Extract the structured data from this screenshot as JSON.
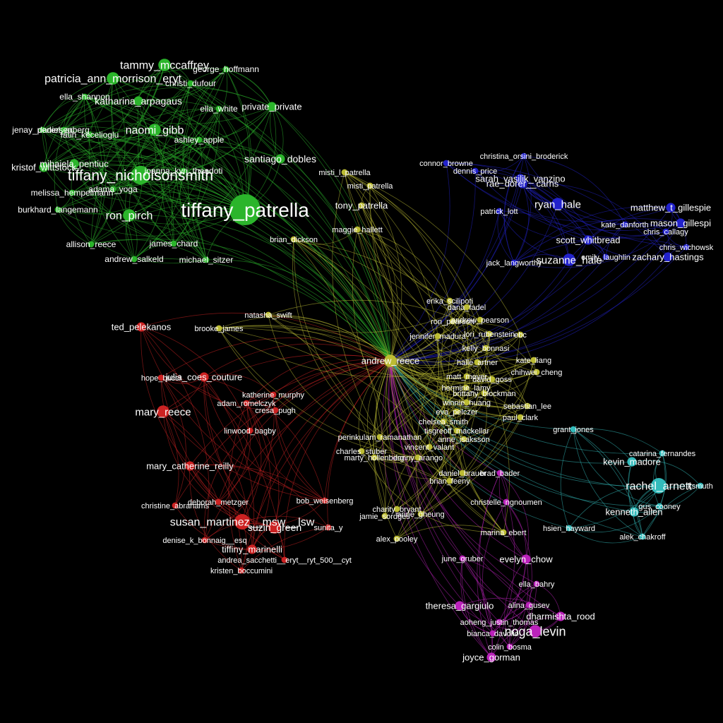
{
  "graph": {
    "background": "#000000",
    "label_color": "#ffffff",
    "hub": "andrew_reece",
    "communities": {
      "green": "#2bb52b",
      "blue": "#2222cc",
      "yellow": "#bcbc33",
      "red": "#cc2222",
      "cyan": "#33bbbb",
      "magenta": "#bb22bb"
    },
    "nodes": [
      {
        "id": "tiffany_patrella",
        "label": "tiffany_patrella",
        "community": "green",
        "degree": 10
      },
      {
        "id": "tiffany_nicholsonsmith",
        "label": "tiffany_nicholsonsmith",
        "community": "green",
        "degree": 6
      },
      {
        "id": "tammy_mccaffrey",
        "label": "tammy_mccaffrey",
        "community": "green",
        "degree": 4
      },
      {
        "id": "patricia_ann_morrison_eryt",
        "label": "patricia_ann_morrison_eryt",
        "community": "green",
        "degree": 4
      },
      {
        "id": "george_hoffmann",
        "label": "george_hoffmann",
        "community": "green",
        "degree": 2
      },
      {
        "id": "christi_dufour",
        "label": "christi_dufour",
        "community": "green",
        "degree": 2
      },
      {
        "id": "ella_shannon",
        "label": "ella_shannon",
        "community": "green",
        "degree": 2
      },
      {
        "id": "katharina_arpagaus",
        "label": "katharina_arpagaus",
        "community": "green",
        "degree": 3
      },
      {
        "id": "ella_white",
        "label": "ella_white",
        "community": "green",
        "degree": 2
      },
      {
        "id": "private_private",
        "label": "private_private",
        "community": "green",
        "degree": 3
      },
      {
        "id": "jenay_pedersen",
        "label": "jenay_pedersen",
        "community": "green",
        "degree": 2
      },
      {
        "id": "daniel_arberg",
        "label": "daniel_arberg",
        "community": "green",
        "degree": 2
      },
      {
        "id": "fatih_kecelioglu",
        "label": "fatih_kecelioglu",
        "community": "green",
        "degree": 2
      },
      {
        "id": "naomi_gibb",
        "label": "naomi_gibb",
        "community": "green",
        "degree": 4
      },
      {
        "id": "ashley_apple",
        "label": "ashley_apple",
        "community": "green",
        "degree": 2
      },
      {
        "id": "santiago_dobles",
        "label": "santiago_dobles",
        "community": "green",
        "degree": 3
      },
      {
        "id": "kristof_wittstock",
        "label": "kristof_wittstock",
        "community": "green",
        "degree": 3
      },
      {
        "id": "mihaiela_pentiuc",
        "label": "mihaiela_pentiuc",
        "community": "green",
        "degree": 3
      },
      {
        "id": "joanna_kyri_theodoti",
        "label": "joanna_kyri_theodoti",
        "community": "green",
        "degree": 2
      },
      {
        "id": "adama_yoga",
        "label": "adama_yoga",
        "community": "green",
        "degree": 2
      },
      {
        "id": "melissa_hempelmann",
        "label": "melissa_hempelmann",
        "community": "green",
        "degree": 2
      },
      {
        "id": "burkhard_langemann",
        "label": "burkhard_langemann",
        "community": "green",
        "degree": 2
      },
      {
        "id": "ron_pirch",
        "label": "ron_pirch",
        "community": "green",
        "degree": 4
      },
      {
        "id": "allison_reece",
        "label": "allison_reece",
        "community": "green",
        "degree": 2
      },
      {
        "id": "james_chard",
        "label": "james_chard",
        "community": "green",
        "degree": 2
      },
      {
        "id": "andrew_salkeld",
        "label": "andrew_salkeld",
        "community": "green",
        "degree": 2
      },
      {
        "id": "michael_sitzer",
        "label": "michael_sitzer",
        "community": "green",
        "degree": 2
      },
      {
        "id": "misti_l_patrella",
        "label": "misti_l_patrella",
        "community": "yellow",
        "degree": 2
      },
      {
        "id": "misti_patrella",
        "label": "misti_patrella",
        "community": "yellow",
        "degree": 2
      },
      {
        "id": "tony_patrella",
        "label": "tony_patrella",
        "community": "yellow",
        "degree": 2
      },
      {
        "id": "maggie_hallett",
        "label": "maggie_hallett",
        "community": "yellow",
        "degree": 2
      },
      {
        "id": "brian_dickson",
        "label": "brian_dickson",
        "community": "yellow",
        "degree": 2
      },
      {
        "id": "natasha_swift",
        "label": "natasha_swift",
        "community": "yellow",
        "degree": 2
      },
      {
        "id": "brooke_james",
        "label": "brooke_james",
        "community": "yellow",
        "degree": 2
      },
      {
        "id": "andrew_reece",
        "label": "andrew_reece",
        "community": "yellow",
        "degree": 4
      },
      {
        "id": "connor_browne",
        "label": "connor_browne",
        "community": "blue",
        "degree": 2
      },
      {
        "id": "christina_orsini_broderick",
        "label": "christina_orsini_broderick",
        "community": "blue",
        "degree": 2
      },
      {
        "id": "dennis_price",
        "label": "dennis_price",
        "community": "blue",
        "degree": 2
      },
      {
        "id": "sarah_vasilik_vanzino",
        "label": "sarah_vasilik_vanzino",
        "community": "blue",
        "degree": 3
      },
      {
        "id": "rae_dorer_carns",
        "label": "rae_dorer__carns",
        "community": "blue",
        "degree": 3
      },
      {
        "id": "ryan_hale",
        "label": "ryan_hale",
        "community": "blue",
        "degree": 4
      },
      {
        "id": "patrick_lott",
        "label": "patrick_lott",
        "community": "blue",
        "degree": 2
      },
      {
        "id": "matthew_t_gillespie",
        "label": "matthew_t_gillespie",
        "community": "blue",
        "degree": 3
      },
      {
        "id": "kate_danforth",
        "label": "kate_danforth",
        "community": "blue",
        "degree": 2
      },
      {
        "id": "mason_gillespie",
        "label": "mason_gillespi",
        "community": "blue",
        "degree": 3
      },
      {
        "id": "chris_callagy",
        "label": "chris_callagy",
        "community": "blue",
        "degree": 2
      },
      {
        "id": "scott_whitbread",
        "label": "scott_whitbread",
        "community": "blue",
        "degree": 3
      },
      {
        "id": "chris_wichowski",
        "label": "chris_wichowsk",
        "community": "blue",
        "degree": 2
      },
      {
        "id": "jack_langworthy",
        "label": "jack_langworthy",
        "community": "blue",
        "degree": 2
      },
      {
        "id": "suzanne_hale",
        "label": "suzanne_hale",
        "community": "blue",
        "degree": 4
      },
      {
        "id": "emily_laughlin",
        "label": "emily_laughlin",
        "community": "blue",
        "degree": 2
      },
      {
        "id": "zachary_hastings",
        "label": "zachary_hastings",
        "community": "blue",
        "degree": 3
      },
      {
        "id": "erika_scilipoti",
        "label": "erika_scilipoti",
        "community": "yellow",
        "degree": 2
      },
      {
        "id": "dana_fadel",
        "label": "dana_fadel",
        "community": "yellow",
        "degree": 2
      },
      {
        "id": "ron_pearson",
        "label": "ron_pearson",
        "community": "yellow",
        "degree": 2
      },
      {
        "id": "andrew_pearson",
        "label": "andrew_pearson",
        "community": "yellow",
        "degree": 2
      },
      {
        "id": "jennifer_maduto",
        "label": "jennifer_madura",
        "community": "yellow",
        "degree": 2
      },
      {
        "id": "lori_rubenstein",
        "label": "lori_rubenstein",
        "community": "yellow",
        "degree": 2
      },
      {
        "id": "ebc",
        "label": "ebc",
        "community": "yellow",
        "degree": 2
      },
      {
        "id": "kelly_bonnasi",
        "label": "kelly_bonnasi",
        "community": "yellow",
        "degree": 2
      },
      {
        "id": "kate_liang",
        "label": "kate_liang",
        "community": "yellow",
        "degree": 2
      },
      {
        "id": "halle_artner",
        "label": "halle_artner",
        "community": "yellow",
        "degree": 2
      },
      {
        "id": "chihwei_cheng",
        "label": "chihwei_cheng",
        "community": "yellow",
        "degree": 2
      },
      {
        "id": "matt_meyer",
        "label": "matt_meyer",
        "community": "yellow",
        "degree": 2
      },
      {
        "id": "david_goss",
        "label": "david_goss",
        "community": "yellow",
        "degree": 2
      },
      {
        "id": "hermine_lamy",
        "label": "hermine_lamy",
        "community": "yellow",
        "degree": 2
      },
      {
        "id": "brittany_blockman",
        "label": "brittany_blockman",
        "community": "yellow",
        "degree": 2
      },
      {
        "id": "winnie_huang",
        "label": "winnie_huang",
        "community": "yellow",
        "degree": 2
      },
      {
        "id": "sebastian_lee",
        "label": "sebastian_lee",
        "community": "yellow",
        "degree": 2
      },
      {
        "id": "eva_pelczer",
        "label": "eva_pelczer",
        "community": "yellow",
        "degree": 2
      },
      {
        "id": "paul_clark",
        "label": "paul_clark",
        "community": "yellow",
        "degree": 2
      },
      {
        "id": "chelsea_smith",
        "label": "chelsea_smith",
        "community": "yellow",
        "degree": 2
      },
      {
        "id": "tisgreoff_mackellar",
        "label": "tisgreoff_mackellar",
        "community": "yellow",
        "degree": 2
      },
      {
        "id": "perinkulam",
        "label": "perinkulam_ramanathan",
        "community": "yellow",
        "degree": 2
      },
      {
        "id": "anne_isaksson",
        "label": "anne_isaksson",
        "community": "yellow",
        "degree": 2
      },
      {
        "id": "vincent_valant",
        "label": "vincent_valant",
        "community": "yellow",
        "degree": 2
      },
      {
        "id": "charles_stuber",
        "label": "charles_stuber",
        "community": "yellow",
        "degree": 2
      },
      {
        "id": "danny_arango",
        "label": "danny_arango",
        "community": "yellow",
        "degree": 2
      },
      {
        "id": "marty_hollenberg",
        "label": "marty_hollenberg",
        "community": "yellow",
        "degree": 2
      },
      {
        "id": "daniel_brauer",
        "label": "daniel_brauer",
        "community": "yellow",
        "degree": 2
      },
      {
        "id": "brian_feeny",
        "label": "brian_feeny",
        "community": "yellow",
        "degree": 2
      },
      {
        "id": "charity_bryant",
        "label": "charity_bryant",
        "community": "yellow",
        "degree": 2
      },
      {
        "id": "jamie_sordges",
        "label": "jamie_sordges",
        "community": "yellow",
        "degree": 2
      },
      {
        "id": "anne_gheung",
        "label": "anne_gheung",
        "community": "yellow",
        "degree": 2
      },
      {
        "id": "alex_pooley",
        "label": "alex_pooley",
        "community": "yellow",
        "degree": 2
      },
      {
        "id": "marina_ebert",
        "label": "marina_ebert",
        "community": "yellow",
        "degree": 2
      },
      {
        "id": "ted_pelekanos",
        "label": "ted_pelekanos",
        "community": "red",
        "degree": 3
      },
      {
        "id": "julia_coes_couture",
        "label": "julia_coes_couture",
        "community": "red",
        "degree": 3
      },
      {
        "id": "hope_bucci",
        "label": "hope_bucci",
        "community": "red",
        "degree": 2
      },
      {
        "id": "katherine_murphy",
        "label": "katherine_murphy",
        "community": "red",
        "degree": 2
      },
      {
        "id": "adam_romelczyk",
        "label": "adam_romelczyk",
        "community": "red",
        "degree": 2
      },
      {
        "id": "cresa_pugh",
        "label": "cresa_pugh",
        "community": "red",
        "degree": 2
      },
      {
        "id": "mary_reece",
        "label": "mary_reece",
        "community": "red",
        "degree": 4
      },
      {
        "id": "linwood_bagby",
        "label": "linwood_bagby",
        "community": "red",
        "degree": 2
      },
      {
        "id": "mary_catherine_reilly",
        "label": "mary_catherine_reilly",
        "community": "red",
        "degree": 3
      },
      {
        "id": "bob_weisenberg",
        "label": "bob_weisenberg",
        "community": "red",
        "degree": 2
      },
      {
        "id": "deborah_metzger",
        "label": "deborah_metzger",
        "community": "red",
        "degree": 2
      },
      {
        "id": "christine_abrahams",
        "label": "christine_abrahams",
        "community": "red",
        "degree": 2
      },
      {
        "id": "susan_martinez",
        "label": "susan_martinez__msw__lsw",
        "community": "red",
        "degree": 5
      },
      {
        "id": "suzin_green",
        "label": "suzin_green",
        "community": "red",
        "degree": 4
      },
      {
        "id": "sunita_y",
        "label": "sunita_y",
        "community": "red",
        "degree": 2
      },
      {
        "id": "denise_k_bonnaig",
        "label": "denise_k_bonnaig__esq",
        "community": "red",
        "degree": 2
      },
      {
        "id": "tiffiny_marinelli",
        "label": "tiffiny_marinelli",
        "community": "red",
        "degree": 3
      },
      {
        "id": "andrea_sacchetti",
        "label": "andrea_sacchetti__eryt__ryt_500__cyt",
        "community": "red",
        "degree": 2
      },
      {
        "id": "kristen_boccumini",
        "label": "kristen_boccumini",
        "community": "red",
        "degree": 2
      },
      {
        "id": "grant_jones",
        "label": "grant_jones",
        "community": "cyan",
        "degree": 2
      },
      {
        "id": "catarina_fernandes",
        "label": "catarina_fernandes",
        "community": "cyan",
        "degree": 2
      },
      {
        "id": "kevin_madore",
        "label": "kevin_madore",
        "community": "cyan",
        "degree": 3
      },
      {
        "id": "rachel_arnett",
        "label": "rachel_arnett",
        "community": "cyan",
        "degree": 5
      },
      {
        "id": "ksmuth",
        "label": "ksmuth",
        "community": "cyan",
        "degree": 2
      },
      {
        "id": "gus_cooney",
        "label": "gus_cooney",
        "community": "cyan",
        "degree": 2
      },
      {
        "id": "kenneth_allen",
        "label": "kenneth_allen",
        "community": "cyan",
        "degree": 3
      },
      {
        "id": "hsien_hayward",
        "label": "hsien_hayward",
        "community": "cyan",
        "degree": 2
      },
      {
        "id": "alek_chakroff",
        "label": "alek_chakroff",
        "community": "cyan",
        "degree": 2
      },
      {
        "id": "brad_bader",
        "label": "brad_bader",
        "community": "magenta",
        "degree": 2
      },
      {
        "id": "christelle_ngnoumen",
        "label": "christelle_ngnoumen",
        "community": "magenta",
        "degree": 2
      },
      {
        "id": "june_gruber",
        "label": "june_gruber",
        "community": "magenta",
        "degree": 2
      },
      {
        "id": "evelyn_chow",
        "label": "evelyn_chow",
        "community": "magenta",
        "degree": 3
      },
      {
        "id": "ella_bahry",
        "label": "ella_bahry",
        "community": "magenta",
        "degree": 2
      },
      {
        "id": "theresa_gargiulo",
        "label": "theresa_gargiulo",
        "community": "magenta",
        "degree": 3
      },
      {
        "id": "alina_gusev",
        "label": "alina_gusev",
        "community": "magenta",
        "degree": 2
      },
      {
        "id": "dharmishta_rood",
        "label": "dharmishta_rood",
        "community": "magenta",
        "degree": 3
      },
      {
        "id": "aoheng_justin_thomas",
        "label": "aoheng_justin_thomas",
        "community": "magenta",
        "degree": 2
      },
      {
        "id": "noga_levin",
        "label": "noga_levin",
        "community": "magenta",
        "degree": 4
      },
      {
        "id": "bianca_davolio",
        "label": "bianca_davolio",
        "community": "magenta",
        "degree": 2
      },
      {
        "id": "colin_bosma",
        "label": "colin_bosma",
        "community": "magenta",
        "degree": 2
      },
      {
        "id": "joyce_gorman",
        "label": "joyce_gorman",
        "community": "magenta",
        "degree": 3
      }
    ]
  }
}
